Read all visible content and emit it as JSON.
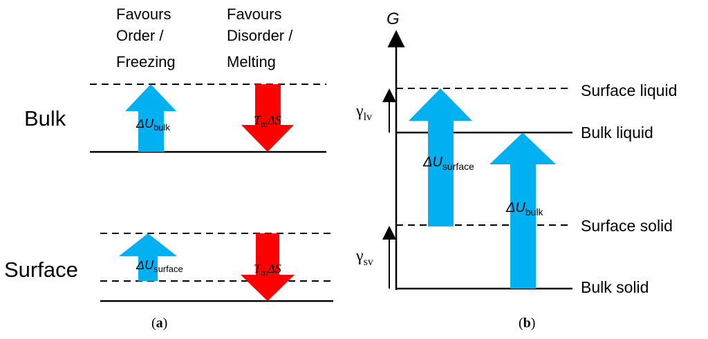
{
  "panel_a": {
    "header_order": [
      "Favours",
      "Order /",
      "Freezing"
    ],
    "header_disorder": [
      "Favours",
      "Disorder /",
      "Melting"
    ],
    "row_bulk": "Bulk",
    "row_surface": "Surface",
    "du_symbol": "ΔU",
    "du_bulk_sub": "bulk",
    "du_surface_sub": "surface",
    "tds_t": "T",
    "tds_sub": "m",
    "tds_s": "ΔS",
    "caption_open": "(",
    "caption_letter": "a",
    "caption_close": ")"
  },
  "panel_b": {
    "axis_label": "G",
    "level_surface_liquid": "Surface liquid",
    "level_bulk_liquid": "Bulk liquid",
    "level_surface_solid": "Surface solid",
    "level_bulk_solid": "Bulk solid",
    "gamma_lv_symbol": "γ",
    "gamma_lv_sub": "lv",
    "gamma_sv_symbol": "γ",
    "gamma_sv_sub": "sv",
    "du_symbol": "ΔU",
    "du_surface_sub": "surface",
    "du_bulk_sub": "bulk",
    "caption_open": "(",
    "caption_letter": "b",
    "caption_close": ")"
  },
  "colors": {
    "blue_arrow": "#00B0F0",
    "red_arrow": "#FF0000",
    "line": "#000000"
  }
}
